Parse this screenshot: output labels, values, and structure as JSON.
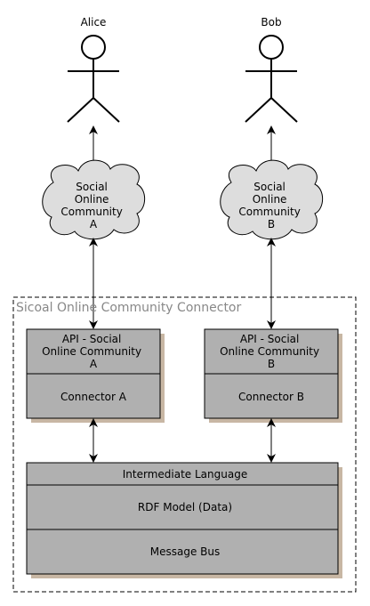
{
  "actors": {
    "alice": "Alice",
    "bob": "Bob"
  },
  "clouds": {
    "a": [
      "Social",
      "Online",
      "Community",
      "A"
    ],
    "b": [
      "Social",
      "Online",
      "Community",
      "B"
    ]
  },
  "connector_group": {
    "title": "Sicoal Online Community Connector"
  },
  "components": {
    "api_a": [
      "API - Social",
      "Online Community",
      "A"
    ],
    "connector_a": "Connector A",
    "api_b": [
      "API - Social",
      "Online Community",
      "B"
    ],
    "connector_b": "Connector B"
  },
  "stack": {
    "intermediate": "Intermediate Language",
    "rdf": "RDF Model (Data)",
    "bus": "Message Bus"
  },
  "colors": {
    "box_fill": "#b0b0b0",
    "cloud_fill": "#dddddd",
    "shadow": "#c8b7a4",
    "group_title": "#888888"
  }
}
